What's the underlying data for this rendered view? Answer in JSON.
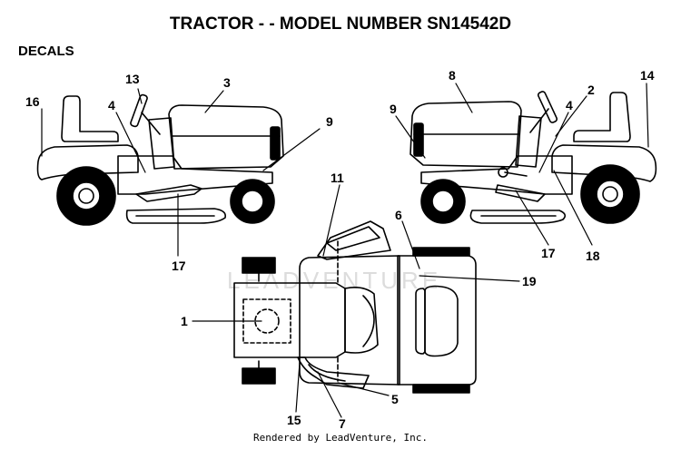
{
  "title": "TRACTOR - - MODEL NUMBER SN14542D",
  "section_label": "DECALS",
  "watermark": "LEADVENTURE",
  "footer": "Rendered by LeadVenture, Inc.",
  "callouts": {
    "c1": "1",
    "c2": "2",
    "c3": "3",
    "c4a": "4",
    "c4b": "4",
    "c5": "5",
    "c6": "6",
    "c7": "7",
    "c8": "8",
    "c9a": "9",
    "c9b": "9",
    "c11": "11",
    "c13": "13",
    "c14": "14",
    "c15": "15",
    "c16": "16",
    "c17a": "17",
    "c17b": "17",
    "c18": "18",
    "c19": "19"
  }
}
